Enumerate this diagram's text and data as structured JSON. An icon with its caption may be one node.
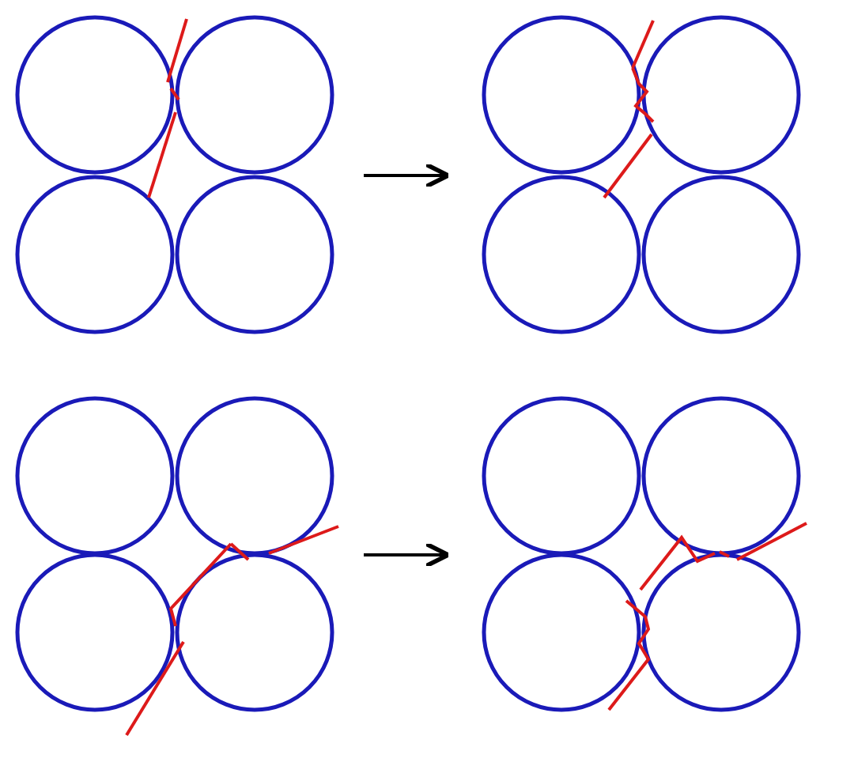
{
  "diagram": {
    "nodes": [
      {
        "text": [],
        "shape": "picture"
      },
      {
        "text": [],
        "shape": "picture"
      },
      {
        "text": [],
        "shape": "picture"
      },
      {
        "text": [],
        "shape": "picture"
      }
    ],
    "edges": [
      {
        "from": 0,
        "to": 1,
        "arrow": "to"
      },
      {
        "from": 2,
        "to": 3,
        "arrow": "to"
      }
    ]
  }
}
